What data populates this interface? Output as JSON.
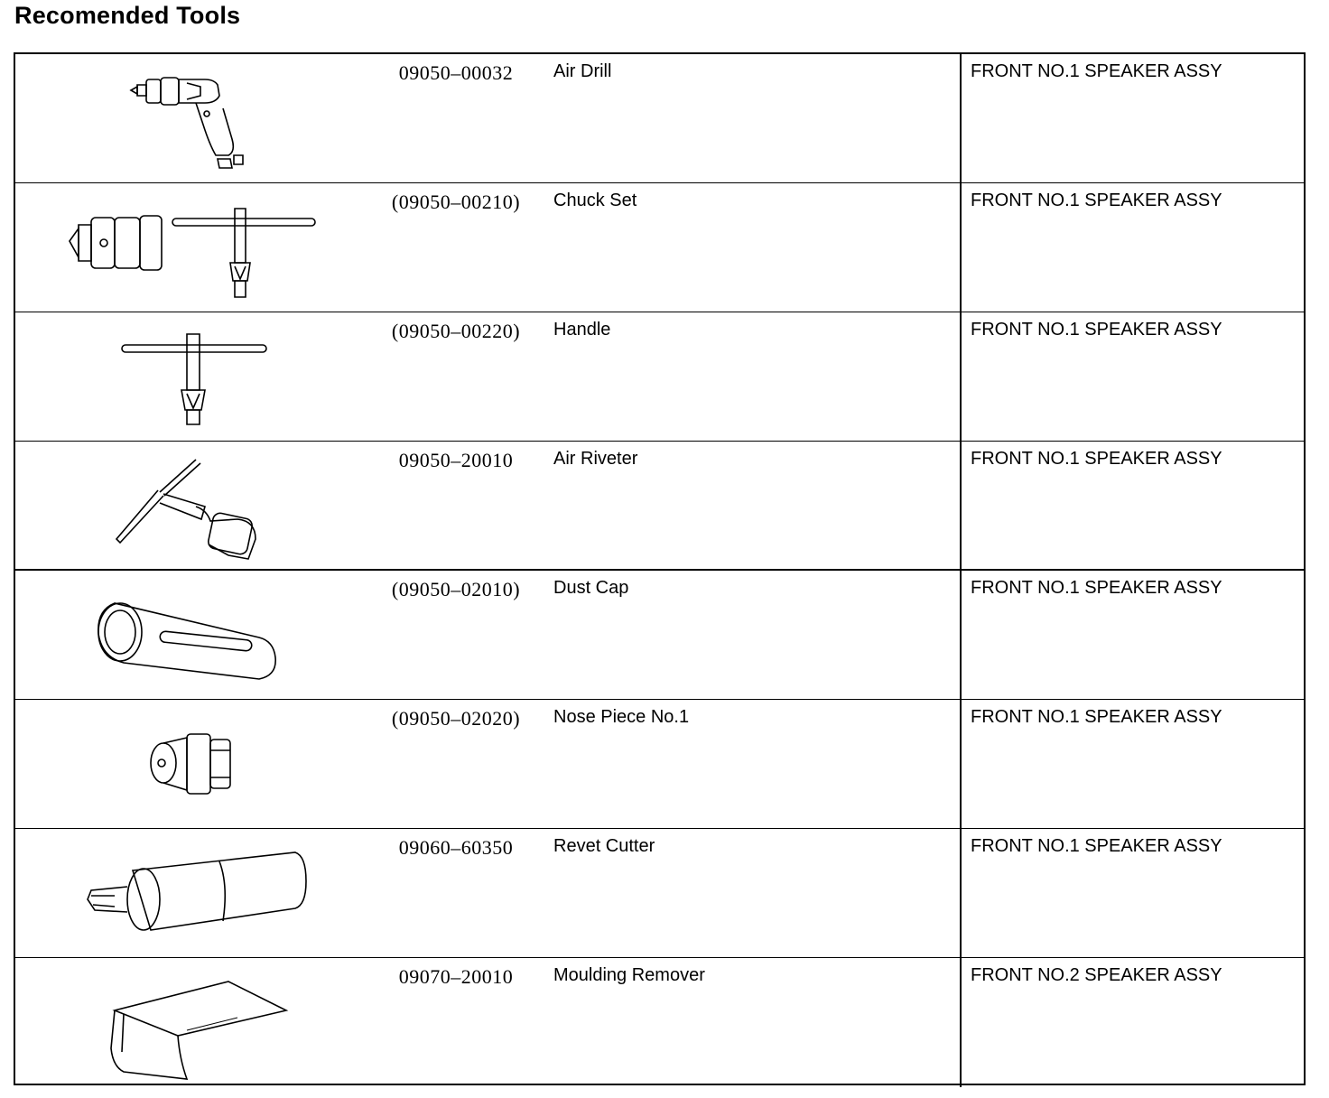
{
  "title": "Recomended Tools",
  "rows": [
    {
      "icon": "air-drill-icon",
      "code": "09050–00032",
      "name": "Air Drill",
      "use": "FRONT NO.1 SPEAKER ASSY"
    },
    {
      "icon": "chuck-set-icon",
      "code": "(09050–00210)",
      "name": "Chuck Set",
      "use": "FRONT NO.1 SPEAKER ASSY"
    },
    {
      "icon": "handle-icon",
      "code": "(09050–00220)",
      "name": "Handle",
      "use": "FRONT NO.1 SPEAKER ASSY"
    },
    {
      "icon": "air-riveter-icon",
      "code": "09050–20010",
      "name": "Air Riveter",
      "use": "FRONT NO.1 SPEAKER ASSY"
    },
    {
      "icon": "dust-cap-icon",
      "code": "(09050–02010)",
      "name": "Dust Cap",
      "use": "FRONT NO.1 SPEAKER ASSY"
    },
    {
      "icon": "nose-piece-icon",
      "code": "(09050–02020)",
      "name": "Nose Piece No.1",
      "use": "FRONT NO.1 SPEAKER ASSY"
    },
    {
      "icon": "rivet-cutter-icon",
      "code": "09060–60350",
      "name": "Revet Cutter",
      "use": "FRONT NO.1 SPEAKER ASSY"
    },
    {
      "icon": "moulding-remover-icon",
      "code": "09070–20010",
      "name": "Moulding Remover",
      "use": "FRONT NO.2 SPEAKER ASSY"
    }
  ]
}
